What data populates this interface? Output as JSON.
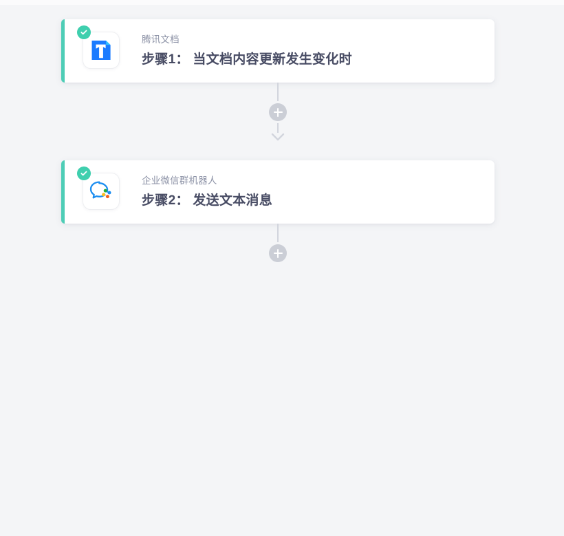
{
  "page": {
    "background_color": "#f4f5f7",
    "card_background": "#ffffff",
    "accent_color": "#4ecdb6",
    "badge_color": "#3fcfae",
    "connector_color": "#d2d5dd",
    "plus_button_color": "#cbced6",
    "title_color": "#474b63",
    "subtitle_color": "#8c92a6"
  },
  "flow": {
    "steps": [
      {
        "app_name": "腾讯文档",
        "step_title": "步骤1： 当文档内容更新发生变化时",
        "status_icon": "check-circle-icon",
        "app_icon": "tencent-docs-icon",
        "accent_color": "#4ecdb6"
      },
      {
        "app_name": "企业微信群机器人",
        "step_title": "步骤2： 发送文本消息",
        "status_icon": "check-circle-icon",
        "app_icon": "wecom-bot-icon",
        "accent_color": "#4ecdb6"
      }
    ],
    "connectors": [
      {
        "add_label": "+",
        "has_arrow": true
      },
      {
        "add_label": "+",
        "has_arrow": false
      }
    ]
  }
}
